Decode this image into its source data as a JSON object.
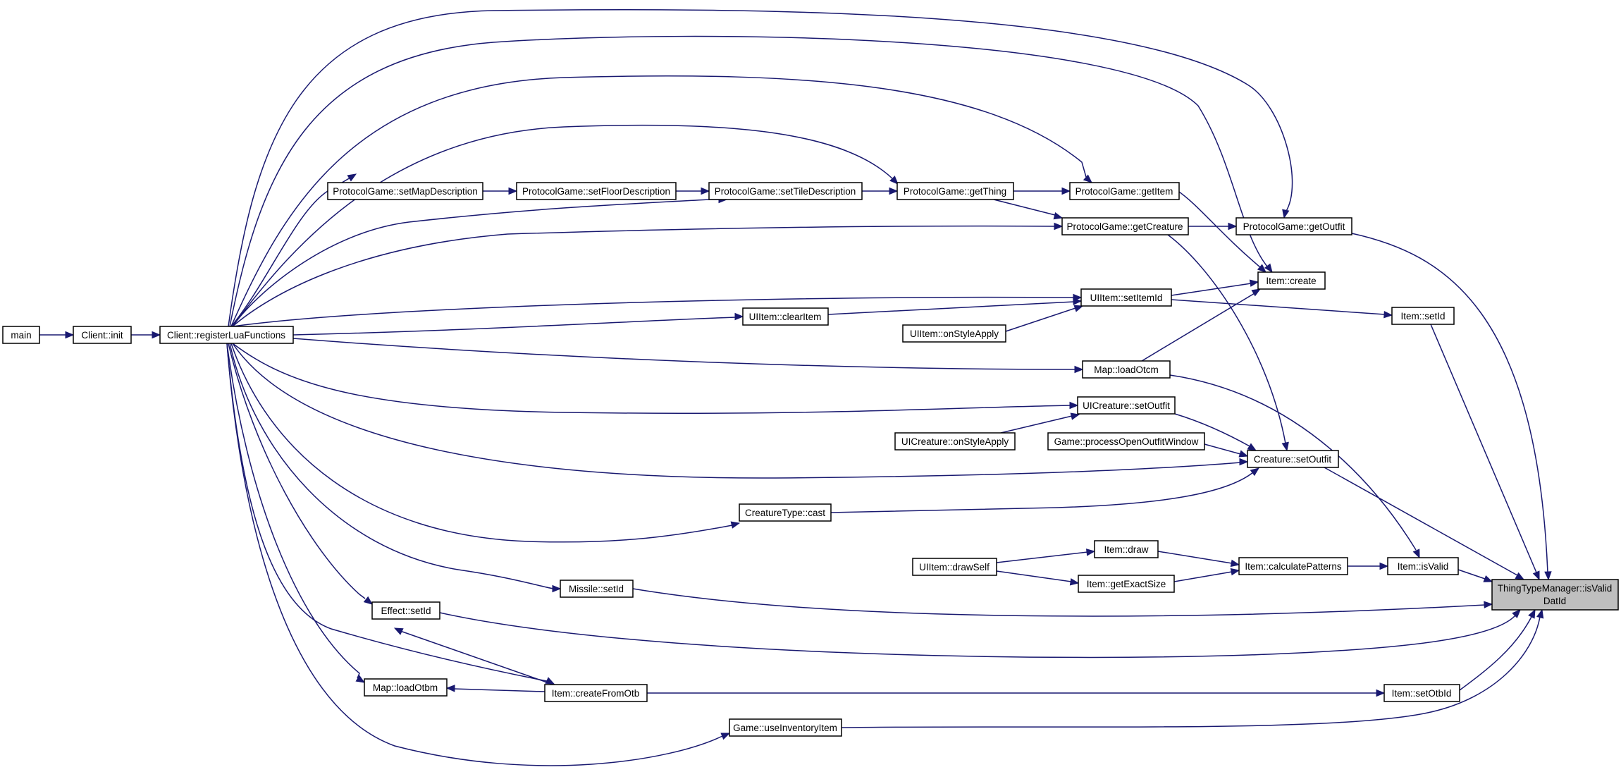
{
  "diagram": {
    "colors": {
      "edge": "#191970",
      "node_border": "#000000",
      "root_fill": "#bfbfbf",
      "node_fill": "#ffffff"
    },
    "nodes": {
      "main": "main",
      "client_init": "Client::init",
      "register_lua": "Client::registerLuaFunctions",
      "set_map_description": "ProtocolGame::setMapDescription",
      "set_floor_description": "ProtocolGame::setFloorDescription",
      "set_tile_description": "ProtocolGame::setTileDescription",
      "get_thing": "ProtocolGame::getThing",
      "get_item": "ProtocolGame::getItem",
      "get_creature": "ProtocolGame::getCreature",
      "get_outfit": "ProtocolGame::getOutfit",
      "item_create": "Item::create",
      "uiitem_set_item_id": "UIItem::setItemId",
      "uiitem_clear_item": "UIItem::clearItem",
      "uiitem_on_style_apply": "UIItem::onStyleApply",
      "item_set_id": "Item::setId",
      "map_load_otcm": "Map::loadOtcm",
      "uicreature_set_outfit": "UICreature::setOutfit",
      "uicreature_on_style_apply": "UICreature::onStyleApply",
      "game_process_open_outfit_window": "Game::processOpenOutfitWindow",
      "creature_set_outfit": "Creature::setOutfit",
      "creature_type_cast": "CreatureType::cast",
      "uiitem_draw_self": "UIItem::drawSelf",
      "item_draw": "Item::draw",
      "item_get_exact_size": "Item::getExactSize",
      "item_calculate_patterns": "Item::calculatePatterns",
      "item_is_valid": "Item::isValid",
      "missile_set_id": "Missile::setId",
      "effect_set_id": "Effect::setId",
      "map_load_otbm": "Map::loadOtbm",
      "item_create_from_otb": "Item::createFromOtb",
      "item_set_otb_id": "Item::setOtbId",
      "game_use_inventory_item": "Game::useInventoryItem",
      "thing_type_manager_line1": "ThingTypeManager::isValid",
      "thing_type_manager_line2": "DatId"
    }
  }
}
